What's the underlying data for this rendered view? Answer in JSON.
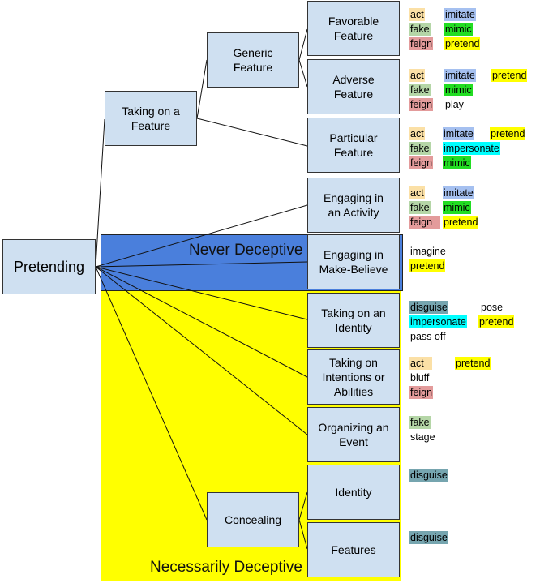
{
  "colors": {
    "node_fill": "#cfe0f1",
    "never_deceptive_region": "#4a7fdc",
    "necessarily_deceptive_region": "#ffff00",
    "act": "#fbe0a6",
    "fake": "#b5d6a7",
    "feign": "#e39b9b",
    "imitate": "#a5c0f0",
    "mimic": "#22dd22",
    "pretend": "#ffff00",
    "impersonate": "#00ffff",
    "disguise": "#76a5af",
    "none": "transparent"
  },
  "regions": {
    "never_deceptive": "Never Deceptive",
    "necessarily_deceptive": "Necessarily Deceptive"
  },
  "nodes": {
    "pretending": "Pretending",
    "taking_on_a_feature": "Taking on a\nFeature",
    "generic_feature": "Generic\nFeature",
    "favorable_feature": "Favorable\nFeature",
    "adverse_feature": "Adverse\nFeature",
    "particular_feature": "Particular\nFeature",
    "engaging_in_an_activity": "Engaging in\nan Activity",
    "engaging_in_make_believe": "Engaging in\nMake-Believe",
    "taking_on_an_identity": "Taking on an\nIdentity",
    "taking_on_intentions": "Taking on\nIntentions or\nAbilities",
    "organizing_an_event": "Organizing an\nEvent",
    "concealing": "Concealing",
    "identity": "Identity",
    "features": "Features"
  },
  "word_lists": {
    "favorable_feature": [
      {
        "text": "act",
        "color": "act"
      },
      {
        "text": "imitate",
        "color": "imitate"
      },
      {
        "text": "fake",
        "color": "fake"
      },
      {
        "text": "mimic",
        "color": "mimic"
      },
      {
        "text": "feign",
        "color": "feign"
      },
      {
        "text": "pretend",
        "color": "pretend"
      }
    ],
    "adverse_feature": [
      {
        "text": "act",
        "color": "act"
      },
      {
        "text": "imitate",
        "color": "imitate"
      },
      {
        "text": "pretend",
        "color": "pretend"
      },
      {
        "text": "fake",
        "color": "fake"
      },
      {
        "text": "mimic",
        "color": "mimic"
      },
      {
        "text": "feign",
        "color": "feign"
      },
      {
        "text": "play",
        "color": "none"
      }
    ],
    "particular_feature": [
      {
        "text": "act",
        "color": "act"
      },
      {
        "text": "imitate",
        "color": "imitate"
      },
      {
        "text": "pretend",
        "color": "pretend"
      },
      {
        "text": "fake",
        "color": "fake"
      },
      {
        "text": "impersonate",
        "color": "impersonate"
      },
      {
        "text": "feign",
        "color": "feign"
      },
      {
        "text": "mimic",
        "color": "mimic"
      }
    ],
    "engaging_in_an_activity": [
      {
        "text": "act",
        "color": "act"
      },
      {
        "text": "imitate",
        "color": "imitate"
      },
      {
        "text": "fake",
        "color": "fake"
      },
      {
        "text": "mimic",
        "color": "mimic"
      },
      {
        "text": "feign",
        "color": "feign"
      },
      {
        "text": "pretend",
        "color": "pretend"
      }
    ],
    "engaging_in_make_believe": [
      {
        "text": "imagine",
        "color": "none"
      },
      {
        "text": "pretend",
        "color": "pretend"
      }
    ],
    "taking_on_an_identity": [
      {
        "text": "disguise",
        "color": "disguise"
      },
      {
        "text": "pose",
        "color": "none"
      },
      {
        "text": "impersonate",
        "color": "impersonate"
      },
      {
        "text": "pretend",
        "color": "pretend"
      },
      {
        "text": "pass off",
        "color": "none"
      }
    ],
    "taking_on_intentions": [
      {
        "text": "act",
        "color": "act"
      },
      {
        "text": "pretend",
        "color": "pretend"
      },
      {
        "text": "bluff",
        "color": "none"
      },
      {
        "text": "feign",
        "color": "feign"
      }
    ],
    "organizing_an_event": [
      {
        "text": "fake",
        "color": "fake"
      },
      {
        "text": "stage",
        "color": "none"
      }
    ],
    "identity": [
      {
        "text": "disguise",
        "color": "disguise"
      }
    ],
    "features": [
      {
        "text": "disguise",
        "color": "disguise"
      }
    ]
  }
}
